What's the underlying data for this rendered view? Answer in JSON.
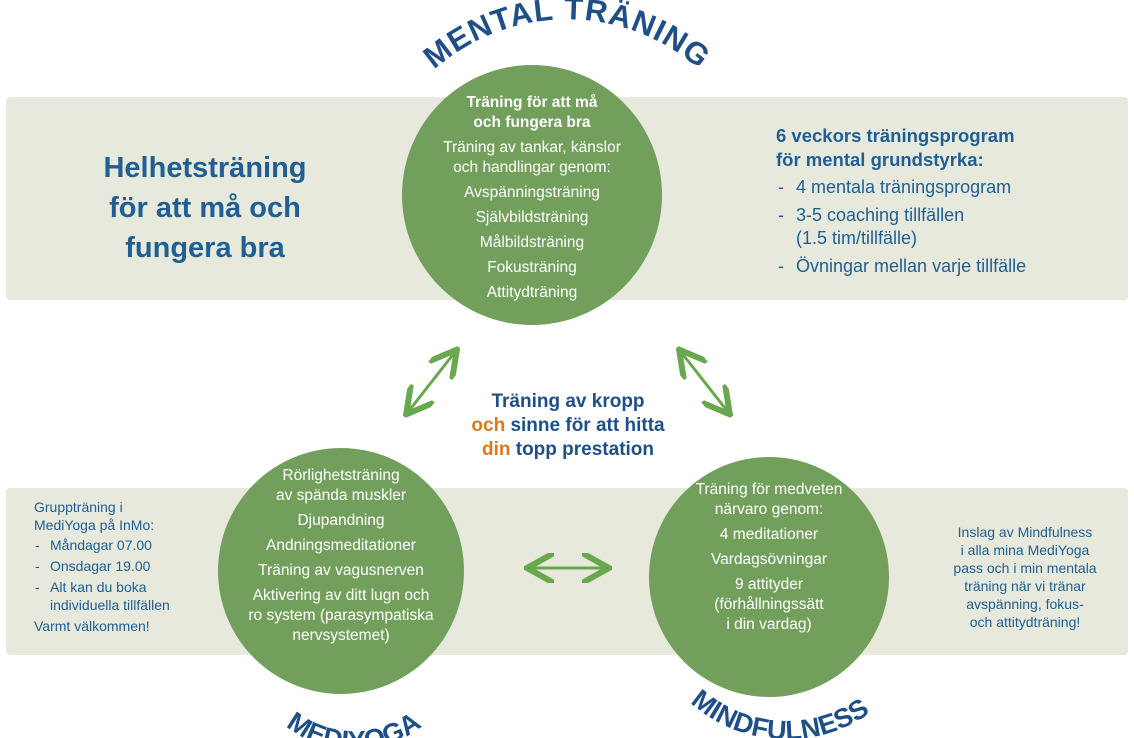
{
  "mental": {
    "title": "MENTAL TRÄNING",
    "circle_heading": [
      "Träning för att må",
      "och fungera bra"
    ],
    "circle_lines": [
      "Träning av tankar, känslor",
      "och handlingar genom:"
    ],
    "items": [
      "Avspänningsträning",
      "Självbildsträning",
      "Målbildsträning",
      "Fokusträning",
      "Attitydträning"
    ]
  },
  "left_title": [
    "Helhetsträning",
    "för att må och",
    "fungera bra"
  ],
  "right_top": {
    "heading": [
      "6 veckors träningsprogram",
      "för mental grundstyrka:"
    ],
    "items": [
      "4 mentala träningsprogram",
      "3-5 coaching tillfällen",
      "(1.5 tim/tillfälle)",
      "Övningar mellan varje tillfälle"
    ]
  },
  "center": {
    "line1": "Träning av kropp",
    "line2_accent": "och",
    "line2_rest": " sinne för att hitta",
    "line3_accent": "din",
    "line3_rest": " topp prestation"
  },
  "mediyoga": {
    "title": "MEDIYOGA",
    "circle_lines": [
      [
        "Rörlighetsträning",
        "av spända muskler"
      ],
      [
        "Djupandning"
      ],
      [
        "Andningsmeditationer"
      ],
      [
        "Träning av vagusnerven"
      ],
      [
        "Aktivering av ditt lugn och",
        "ro system (parasympatiska",
        "nervsystemet)"
      ]
    ]
  },
  "mindfulness": {
    "title": "MINDFULNESS",
    "circle_lines": [
      [
        "Träning för medveten",
        "närvaro genom:"
      ],
      [
        "4 meditationer"
      ],
      [
        "Vardagsövningar"
      ],
      [
        "9 attityder",
        "(förhållningssätt",
        "i din vardag)"
      ]
    ]
  },
  "left_box": {
    "intro": [
      "Gruppträning i",
      "MediYoga på InMo:"
    ],
    "items": [
      "Måndagar 07.00",
      "Onsdagar 19.00",
      "Alt kan du boka individuella tillfällen"
    ],
    "outro": "Varmt välkommen!"
  },
  "right_box": {
    "lines": [
      "Inslag av Mindfulness",
      "i alla mina MediYoga",
      "pass och i min mentala",
      "träning när vi tränar",
      "avspänning, fokus-",
      "och attitydträning!"
    ]
  },
  "colors": {
    "circle_green": "#739f5d",
    "band": "#e6e9dc",
    "title_blue": "#1e4f86",
    "accent_orange": "#d97a1e",
    "arrow_green": "#6aa84f"
  }
}
